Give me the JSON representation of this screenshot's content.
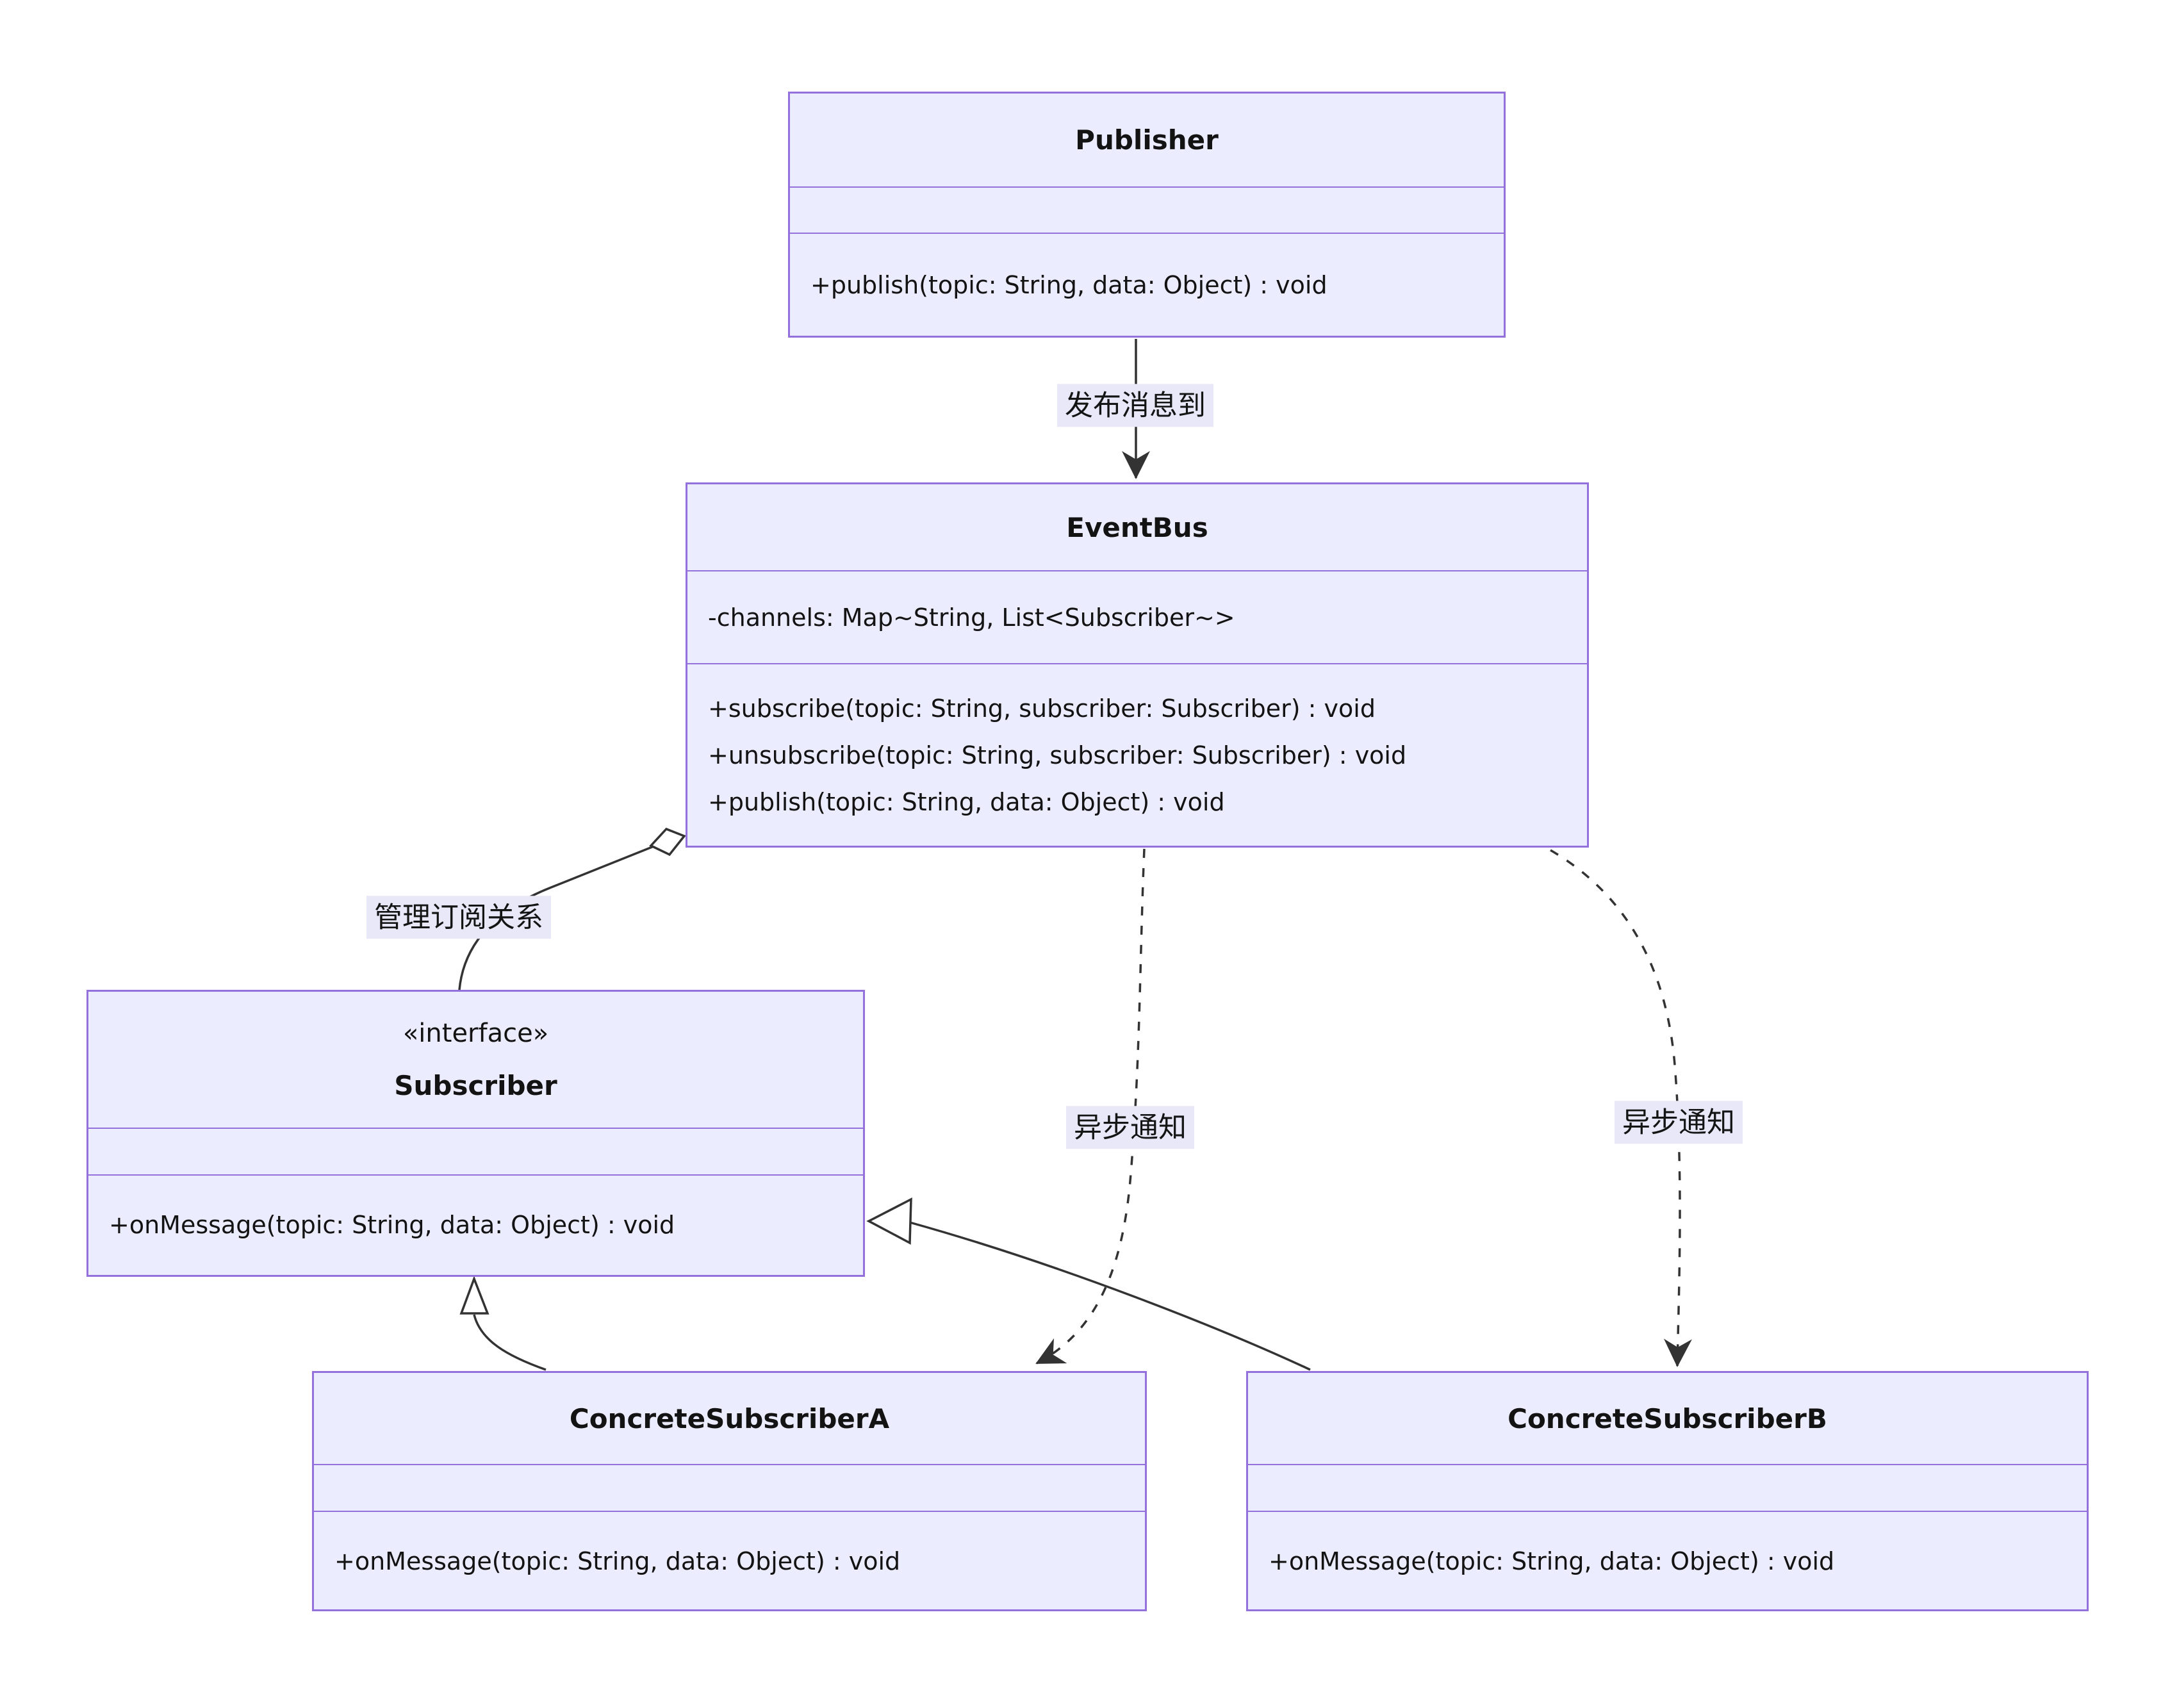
{
  "diagram": {
    "type": "uml-class-diagram",
    "classes": [
      {
        "id": "publisher",
        "name": "Publisher",
        "stereotype": "",
        "attributes": [],
        "methods": [
          "+publish(topic: String, data: Object) : void"
        ]
      },
      {
        "id": "eventbus",
        "name": "EventBus",
        "stereotype": "",
        "attributes": [
          "-channels: Map~String, List<Subscriber~>"
        ],
        "methods": [
          "+subscribe(topic: String, subscriber: Subscriber) : void",
          "+unsubscribe(topic: String, subscriber: Subscriber) : void",
          "+publish(topic: String, data: Object) : void"
        ]
      },
      {
        "id": "subscriber",
        "name": "Subscriber",
        "stereotype": "«interface»",
        "attributes": [],
        "methods": [
          "+onMessage(topic: String, data: Object) : void"
        ]
      },
      {
        "id": "concrete-subscriber-a",
        "name": "ConcreteSubscriberA",
        "stereotype": "",
        "attributes": [],
        "methods": [
          "+onMessage(topic: String, data: Object) : void"
        ]
      },
      {
        "id": "concrete-subscriber-b",
        "name": "ConcreteSubscriberB",
        "stereotype": "",
        "attributes": [],
        "methods": [
          "+onMessage(topic: String, data: Object) : void"
        ]
      }
    ],
    "edges": [
      {
        "from": "Publisher",
        "to": "EventBus",
        "type": "dependency-solid-arrow",
        "label": "发布消息到"
      },
      {
        "from": "EventBus",
        "to": "Subscriber",
        "type": "aggregation",
        "label": "管理订阅关系"
      },
      {
        "from": "EventBus",
        "to": "ConcreteSubscriberA",
        "type": "dashed-dependency-arrow",
        "label": "异步通知"
      },
      {
        "from": "EventBus",
        "to": "ConcreteSubscriberB",
        "type": "dashed-dependency-arrow",
        "label": "异步通知"
      },
      {
        "from": "ConcreteSubscriberA",
        "to": "Subscriber",
        "type": "realization-hollow-triangle",
        "label": ""
      },
      {
        "from": "ConcreteSubscriberB",
        "to": "Subscriber",
        "type": "realization-hollow-triangle",
        "label": ""
      }
    ],
    "colors": {
      "node_fill": "#ECECFF",
      "node_border": "#9370DB",
      "edge_line": "#333333",
      "edge_label_bg": "#E8E8F8",
      "text": "#131313",
      "background": "#FFFFFF"
    }
  }
}
